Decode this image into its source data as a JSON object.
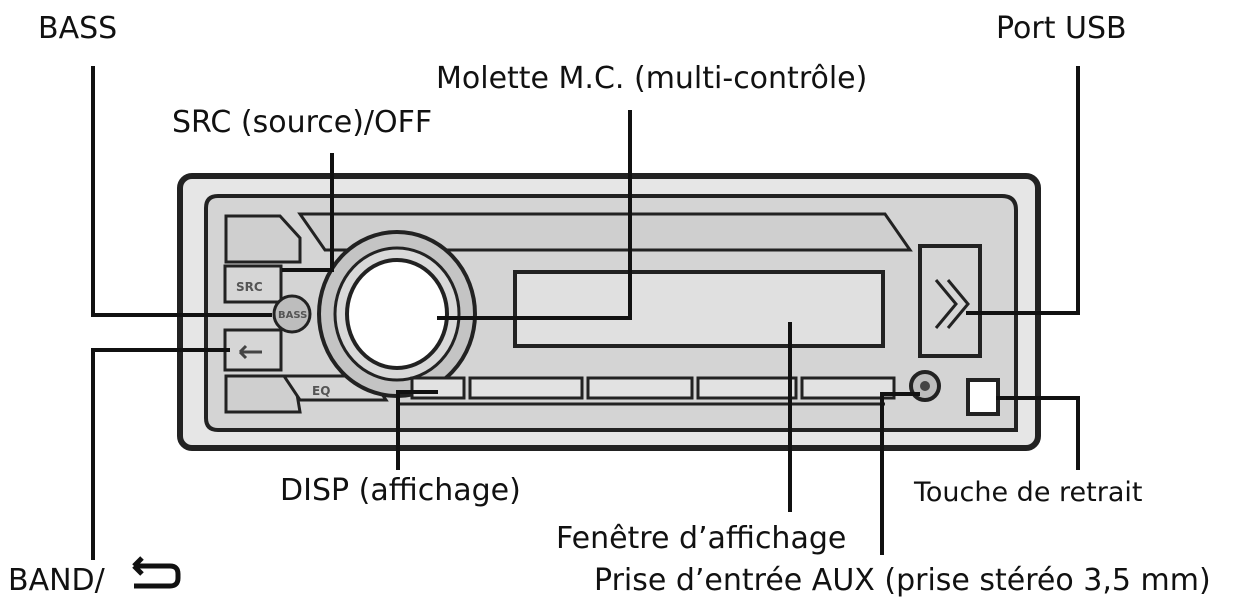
{
  "labels": {
    "bass": "BASS",
    "port_usb": "Port USB",
    "mc_dial": "Molette M.C. (multi-contrôle)",
    "src_off": "SRC (source)/OFF",
    "disp": "DISP (affichage)",
    "release": "Touche de retrait",
    "display_window": "Fenêtre d’affichage",
    "band": "BAND/",
    "aux_input": "Prise d’entrée AUX (prise stéréo 3,5 mm)"
  },
  "button_text": {
    "src": "SRC",
    "bass": "BASS",
    "eq": "EQ"
  },
  "colors": {
    "outline": "#222222",
    "unit_fill": "#d9d9d9",
    "panel_fill": "#cfcfcf",
    "leader": "#111111"
  }
}
